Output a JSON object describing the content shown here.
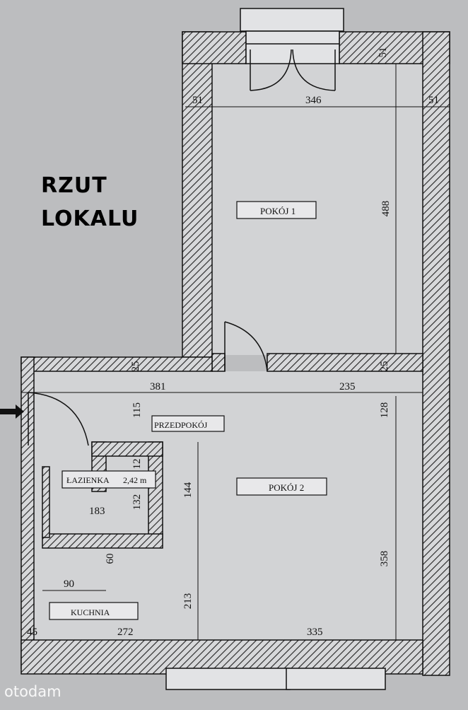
{
  "title": {
    "line1": "RZUT",
    "line2": "LOKALU"
  },
  "rooms": {
    "pokoj1": "POKÓJ 1",
    "pokoj2": "POKÓJ 2",
    "przedpokoj": "PRZEDPOKÓJ",
    "lazienka": "ŁAZIENKA",
    "lazienka_area": "2,42 m",
    "kuchnia": "KUCHNIA"
  },
  "dimensions": {
    "top_wall_right": "51",
    "left_wall_top": "51",
    "pokoj1_width": "346",
    "right_wall_top": "51",
    "pokoj1_height": "488",
    "partition_left": "25",
    "partition_right": "25",
    "przedpokoj_width": "381",
    "pokoj2_width_top": "235",
    "przedpokoj_depth": "115",
    "pokoj2_segment_top": "128",
    "lazienka_small": "12",
    "hall_length": "144",
    "lazienka_height": "132",
    "lazienka_width": "183",
    "pokoj2_segment": "358",
    "kitchen_segment": "60",
    "kitchen_width_small": "90",
    "hall_lower": "213",
    "left_wall_bottom": "45",
    "kitchen_width": "272",
    "pokoj2_width": "335"
  },
  "watermark": "otodam",
  "colors": {
    "paper": "#bcbdbf",
    "floor": "#d7d8da",
    "line": "#111111"
  }
}
